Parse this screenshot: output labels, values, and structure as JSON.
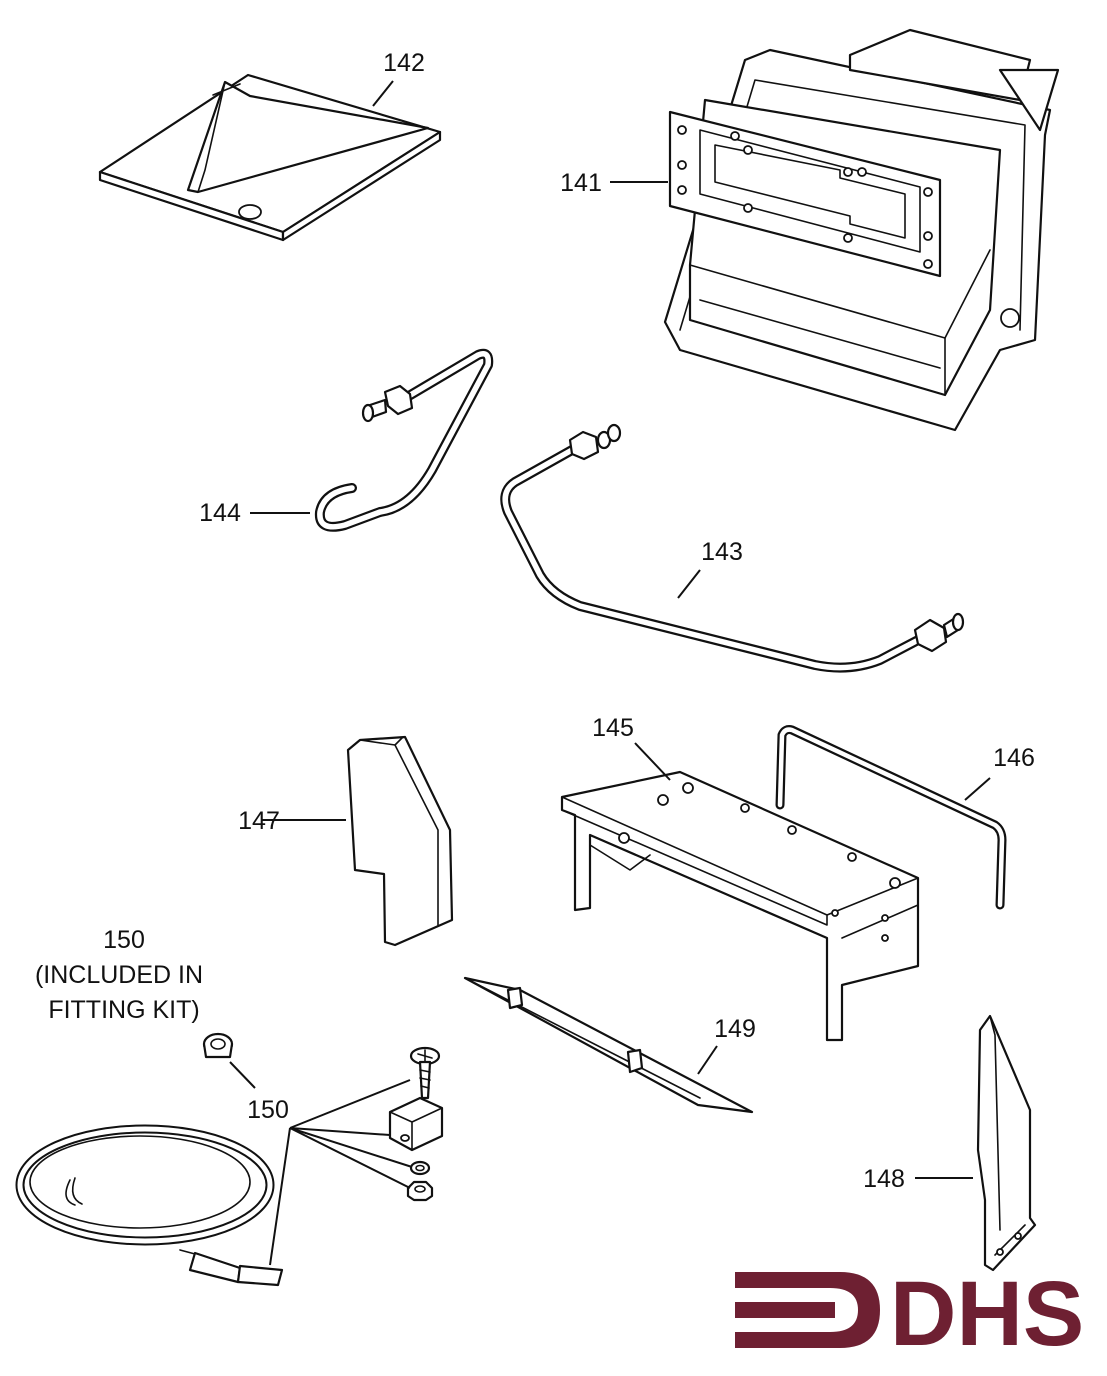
{
  "callouts": {
    "p141": "141",
    "p142": "142",
    "p143": "143",
    "p144": "144",
    "p145": "145",
    "p146": "146",
    "p147": "147",
    "p148": "148",
    "p149": "149",
    "p150a": "150",
    "p150b": "150"
  },
  "note": {
    "line1": "(INCLUDED IN",
    "line2": "FITTING KIT)"
  },
  "logo": {
    "text": "DHS",
    "color": "#6e2032"
  },
  "colors": {
    "line": "#111111",
    "background": "#ffffff"
  }
}
